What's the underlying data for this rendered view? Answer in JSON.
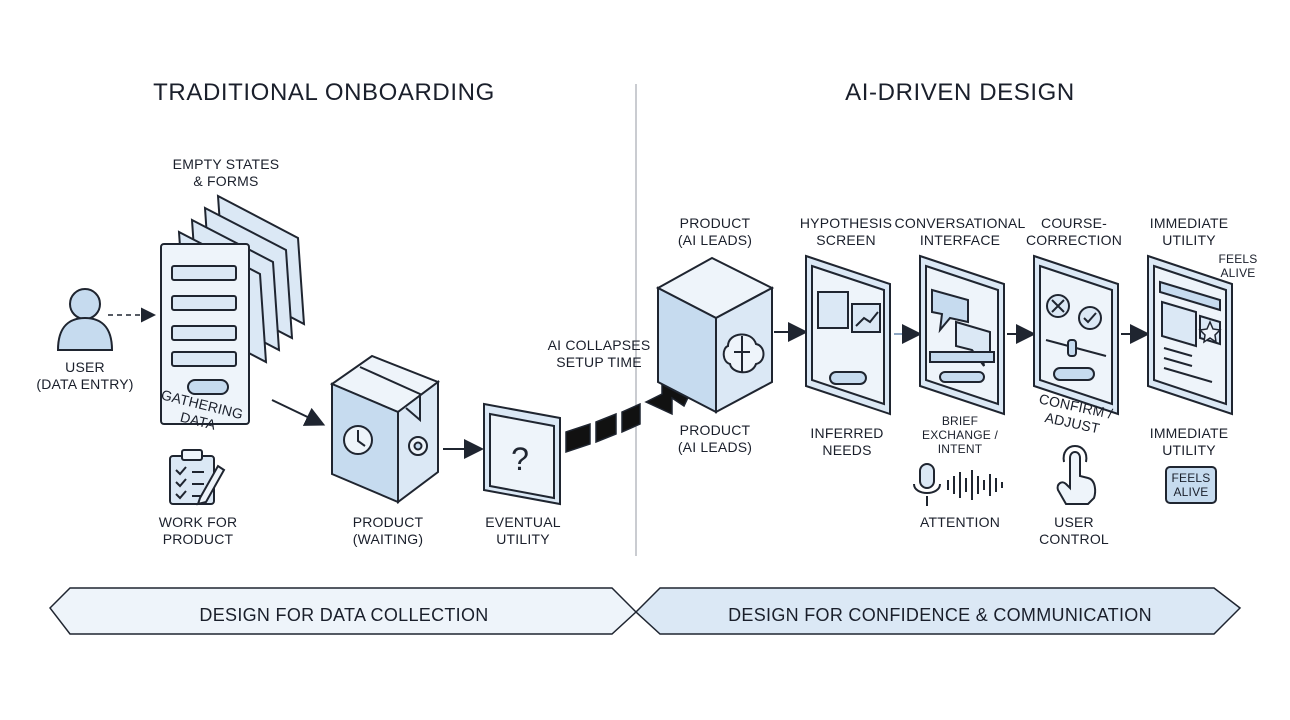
{
  "titles": {
    "left": "TRADITIONAL ONBOARDING",
    "right": "AI-DRIVEN DESIGN"
  },
  "traditional": {
    "user": [
      "USER",
      "(DATA ENTRY)"
    ],
    "empty_states": [
      "EMPTY STATES",
      "& FORMS"
    ],
    "gathering": [
      "GATHERING",
      "DATA"
    ],
    "work_for_product": [
      "WORK FOR",
      "PRODUCT"
    ],
    "product_waiting": [
      "PRODUCT",
      "(WAITING)"
    ],
    "eventual_utility": [
      "EVENTUAL",
      "UTILITY"
    ]
  },
  "transition": {
    "collapse_label": [
      "AI COLLAPSES",
      "SETUP TIME"
    ]
  },
  "ai_driven": {
    "product_top": [
      "PRODUCT",
      "(AI LEADS)"
    ],
    "product_bottom": [
      "PRODUCT",
      "(AI LEADS)"
    ],
    "hypothesis": [
      "HYPOTHESIS",
      "SCREEN"
    ],
    "inferred_needs": [
      "INFERRED",
      "NEEDS"
    ],
    "conversational": [
      "CONVERSATIONAL",
      "INTERFACE"
    ],
    "brief_exchange": [
      "BRIEF",
      "EXCHANGE /",
      "INTENT"
    ],
    "attention": "ATTENTION",
    "course_correction": [
      "COURSE-",
      "CORRECTION"
    ],
    "confirm_adjust": [
      "CONFIRM /",
      "ADJUST"
    ],
    "user_control": [
      "USER",
      "CONTROL"
    ],
    "immediate_top": [
      "IMMEDIATE",
      "UTILITY"
    ],
    "feels_alive_top": [
      "FEELS",
      "ALIVE"
    ],
    "immediate_bottom": [
      "IMMEDIATE",
      "UTILITY"
    ],
    "feels_alive_badge": [
      "FEELS",
      "ALIVE"
    ]
  },
  "banners": {
    "left": "DESIGN FOR DATA COLLECTION",
    "right": "DESIGN FOR CONFIDENCE & COMMUNICATION"
  },
  "colors": {
    "fill_light": "#dbe8f5",
    "fill_mid": "#c6dbef",
    "fill_pale": "#eef4fa",
    "stroke": "#1f2530",
    "divider": "#b8bcc2"
  },
  "icons": [
    "user-icon",
    "form-stack-icon",
    "clipboard-checklist-icon",
    "box-clock-gear-icon",
    "question-screen-icon",
    "collapse-arrow-icon",
    "brain-cube-icon",
    "hypothesis-screen-icon",
    "chat-screen-icon",
    "microphone-icon",
    "sound-wave-icon",
    "course-correction-screen-icon",
    "hand-tap-icon",
    "utility-screen-icon",
    "star-icon"
  ]
}
